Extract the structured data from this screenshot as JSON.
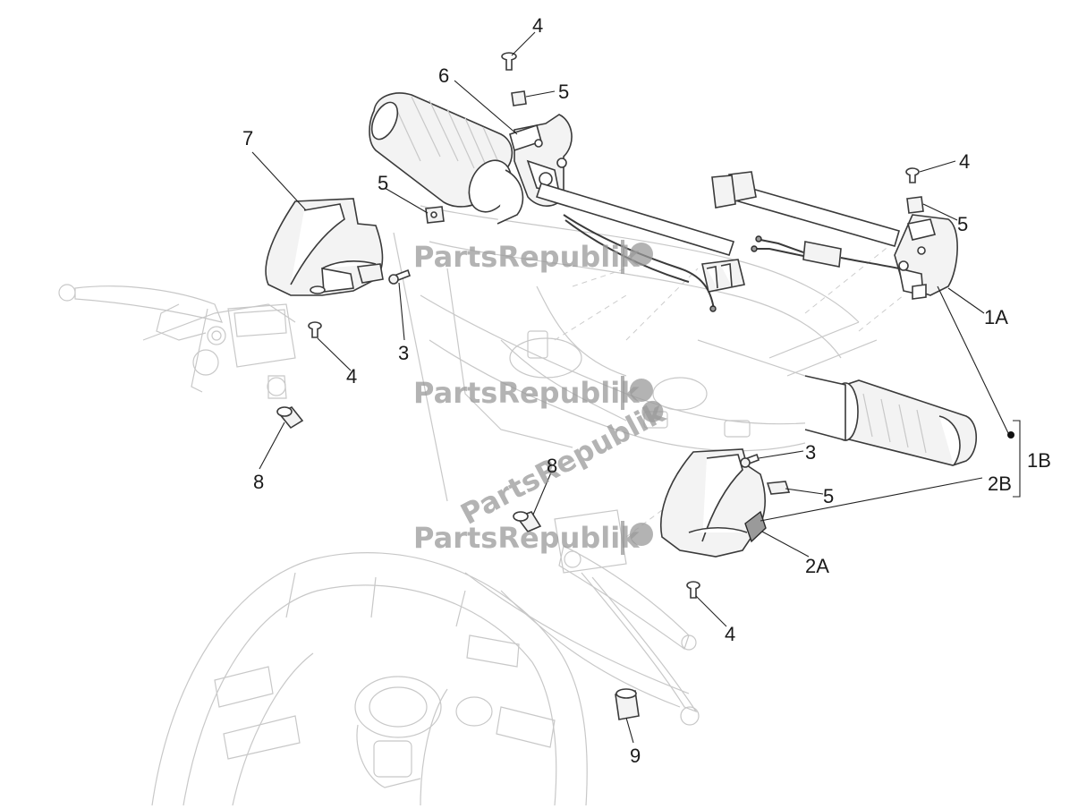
{
  "callouts": {
    "c4a": "4",
    "c5a": "5",
    "c6": "6",
    "c7": "7",
    "c5b": "5",
    "c4b": "4",
    "c5c": "5",
    "c1a": "1A",
    "c3a": "3",
    "c4c": "4",
    "c8a": "8",
    "c3b": "3",
    "c1b": "1B",
    "c2b": "2B",
    "c5d": "5",
    "c8b": "8",
    "c2a": "2A",
    "c4d": "4",
    "c9": "9"
  },
  "watermark": {
    "brand": "PartsRepublik",
    "logo_icon": "gear-flag-icon"
  },
  "colors": {
    "line": "#3a3a3a",
    "ghost": "#c8c8c8",
    "watermark": "#9a9a9a"
  }
}
